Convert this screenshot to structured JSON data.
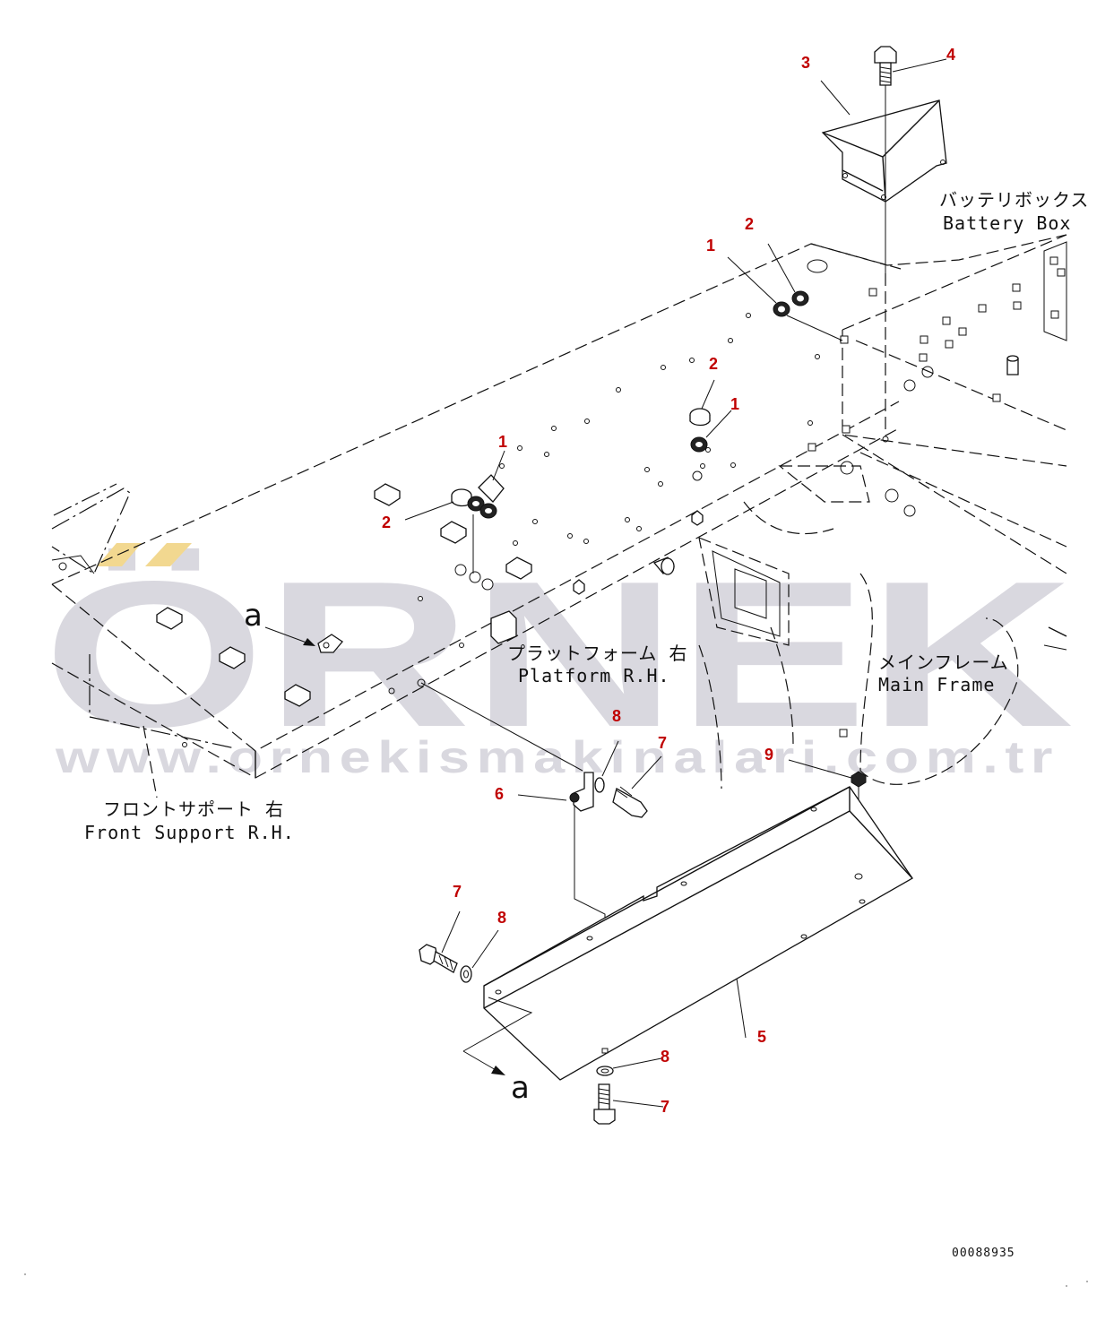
{
  "labels": {
    "battery_box_jp": "バッテリボックス",
    "battery_box_en": "Battery Box",
    "platform_jp": "プラットフォーム 右",
    "platform_en": "Platform R.H.",
    "main_frame_jp": "メインフレーム",
    "main_frame_en": "Main Frame",
    "front_support_jp": "フロントサポート 右",
    "front_support_en": "Front Support R.H.",
    "view_a_top": "a",
    "view_a_bottom": "a"
  },
  "callouts": [
    "1",
    "2",
    "3",
    "4",
    "2",
    "1",
    "1",
    "2",
    "8",
    "7",
    "9",
    "6",
    "7",
    "8",
    "5",
    "8",
    "7"
  ],
  "document_number": "00088935",
  "watermark": {
    "brand": "ÖRNEK",
    "url": "www.ornekismakinalari.com.tr",
    "color": "#d9d8df",
    "accent": "#f2d890"
  },
  "colors": {
    "callout": "#c00000",
    "line": "#111111"
  }
}
